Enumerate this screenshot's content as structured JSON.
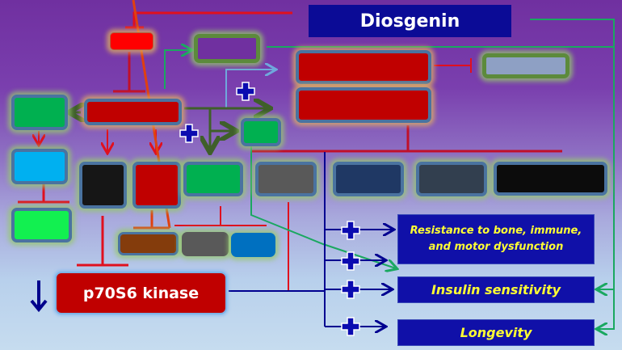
{
  "diagram": {
    "title": "Diosgenin",
    "target": "p70S6 kinase",
    "outcomes": [
      {
        "label": "Resistance to bone, immune,\nand motor dysfunction"
      },
      {
        "label": "Insulin sensitivity"
      },
      {
        "label": "Longevity"
      }
    ],
    "colors": {
      "title_bg": "#0b0b96",
      "outcome_bg": "#1010a8",
      "outcome_text": "#ffff33",
      "inhibit": "#e0101e",
      "activate_green": "#1aa860",
      "activate_dark": "#3f5f2a",
      "activate_blue": "#000090",
      "plus": "#0b0bb0"
    },
    "unlabeled_nodes": [
      {
        "id": "red-top",
        "color": "#ff0000"
      },
      {
        "id": "purple-top",
        "color": "#7030a0"
      },
      {
        "id": "red-upper-1",
        "color": "#c00000"
      },
      {
        "id": "red-upper-2",
        "color": "#c00000"
      },
      {
        "id": "gray-right",
        "color": "#8ea0c4"
      },
      {
        "id": "green-left",
        "color": "#00b050"
      },
      {
        "id": "red-central",
        "color": "#c00000"
      },
      {
        "id": "green-small",
        "color": "#00b050"
      },
      {
        "id": "cyan-left",
        "color": "#00b0f0"
      },
      {
        "id": "bright-green-left",
        "color": "#12f050"
      },
      {
        "id": "black-1",
        "color": "#161616"
      },
      {
        "id": "red-2",
        "color": "#c00000"
      },
      {
        "id": "green-3",
        "color": "#00b050"
      },
      {
        "id": "gray-4",
        "color": "#595959"
      },
      {
        "id": "navy-5",
        "color": "#1f3864"
      },
      {
        "id": "slate-6",
        "color": "#323f4f"
      },
      {
        "id": "black-7",
        "color": "#0c0c0c"
      },
      {
        "id": "brown-sub",
        "color": "#843c0c"
      },
      {
        "id": "gray-sub",
        "color": "#595959"
      },
      {
        "id": "blue-sub",
        "color": "#0070c0"
      }
    ]
  }
}
